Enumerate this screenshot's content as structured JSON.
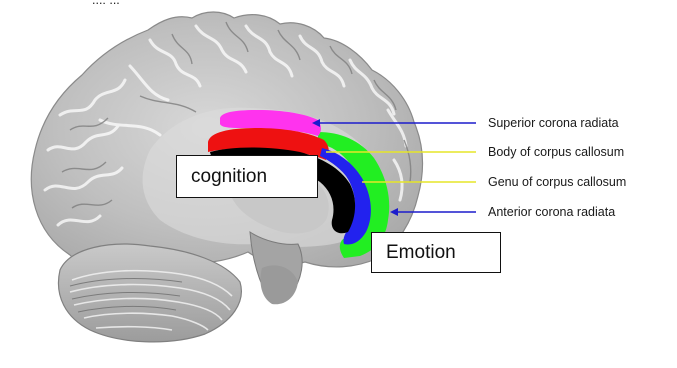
{
  "top_fragment": "...: ...",
  "callouts": {
    "superior_corona_radiata": "Superior corona radiata",
    "body_corpus_callosum": "Body of corpus callosum",
    "genu_corpus_callosum": "Genu of corpus callosum",
    "anterior_corona_radiata": "Anterior corona radiata"
  },
  "boxes": {
    "cognition": "cognition",
    "emotion": "Emotion"
  },
  "colors": {
    "superior_corona_radiata": "#ff33ee",
    "body_corpus_callosum": "#ee1111",
    "genu_corpus_callosum": "#2222ee",
    "anterior_corona_radiata": "#22ee22",
    "line_blue": "#1c1ccc",
    "line_yellow": "#e6e628",
    "brain_gray": "#bdbdbd"
  }
}
